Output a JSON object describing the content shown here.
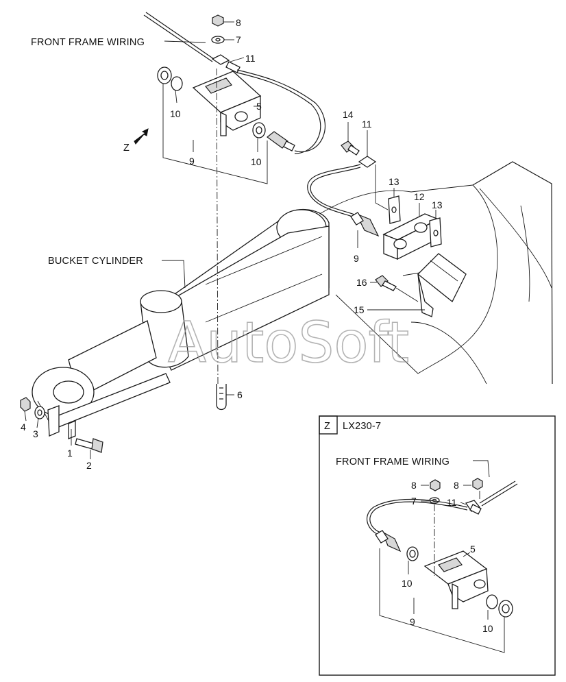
{
  "labels": {
    "front_frame_wiring": "FRONT FRAME WIRING",
    "bucket_cylinder": "BUCKET CYLINDER",
    "view_z": "Z",
    "inset_letter": "Z",
    "inset_model": "LX230-7",
    "inset_front_frame_wiring": "FRONT FRAME WIRING"
  },
  "watermark": "AutoSoft",
  "callouts": {
    "p1": "1",
    "p2": "2",
    "p3": "3",
    "p4": "4",
    "p5": "5",
    "p6": "6",
    "p7": "7",
    "p8": "8",
    "p9": "9",
    "p10": "10",
    "p11": "11",
    "p12": "12",
    "p13": "13",
    "p14": "14",
    "p15": "15",
    "p16": "16"
  },
  "colors": {
    "line": "#1a1a1a",
    "watermark": "#9a9a9a"
  }
}
